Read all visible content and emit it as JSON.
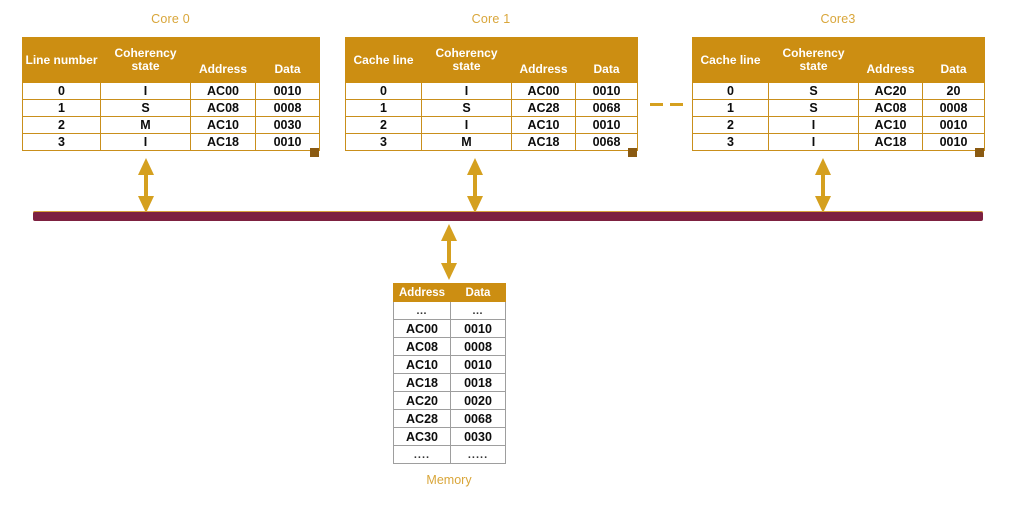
{
  "diagram": {
    "title": "Cache coherency across cores with shared bus and memory",
    "colors": {
      "header_fill": "#cc8e12",
      "title_text": "#d9a63a",
      "bus": "#7d2140",
      "arrow": "#d5a01f",
      "table_border": "#c98f1b",
      "memory_border": "#9e9e9e"
    }
  },
  "cores": [
    {
      "name": "core-0",
      "title": "Core 0",
      "columns": [
        "Line number",
        "Coherency state",
        "Address",
        "Data"
      ],
      "rows": [
        [
          "0",
          "I",
          "AC00",
          "0010"
        ],
        [
          "1",
          "S",
          "AC08",
          "0008"
        ],
        [
          "2",
          "M",
          "AC10",
          "0030"
        ],
        [
          "3",
          "I",
          "AC18",
          "0010"
        ]
      ]
    },
    {
      "name": "core-1",
      "title": "Core 1",
      "columns": [
        "Cache line",
        "Coherency state",
        "Address",
        "Data"
      ],
      "rows": [
        [
          "0",
          "I",
          "AC00",
          "0010"
        ],
        [
          "1",
          "S",
          "AC28",
          "0068"
        ],
        [
          "2",
          "I",
          "AC10",
          "0010"
        ],
        [
          "3",
          "M",
          "AC18",
          "0068"
        ]
      ]
    },
    {
      "name": "core-3",
      "title": "Core3",
      "columns": [
        "Cache line",
        "Coherency state",
        "Address",
        "Data"
      ],
      "rows": [
        [
          "0",
          "S",
          "AC20",
          "20"
        ],
        [
          "1",
          "S",
          "AC08",
          "0008"
        ],
        [
          "2",
          "I",
          "AC10",
          "0010"
        ],
        [
          "3",
          "I",
          "AC18",
          "0010"
        ]
      ]
    }
  ],
  "memory": {
    "label": "Memory",
    "columns": [
      "Address",
      "Data"
    ],
    "rows": [
      [
        "…",
        "…"
      ],
      [
        "AC00",
        "0010"
      ],
      [
        "AC08",
        "0008"
      ],
      [
        "AC10",
        "0010"
      ],
      [
        "AC18",
        "0018"
      ],
      [
        "AC20",
        "0020"
      ],
      [
        "AC28",
        "0068"
      ],
      [
        "AC30",
        "0030"
      ],
      [
        "....",
        "....."
      ]
    ]
  }
}
